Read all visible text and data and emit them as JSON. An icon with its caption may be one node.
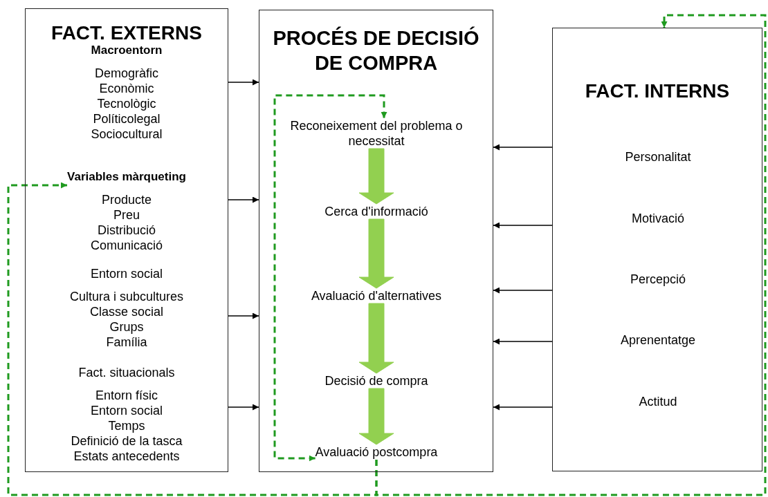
{
  "diagram": {
    "nodes": [
      {
        "text": [
          "FACT. EXTERNS"
        ]
      },
      {
        "text": [
          "Macroentorn",
          "Demogràfic",
          "Econòmic",
          "Tecnològic",
          "Políticolegal",
          "Sociocultural"
        ],
        "in": 0
      },
      {
        "text": [
          "Variables màrqueting",
          "Producte",
          "Preu",
          "Distribució",
          "Comunicació"
        ],
        "in": 0
      },
      {
        "text": [
          "Entorn social",
          "Cultura i subcultures",
          "Classe social",
          "Grups",
          "Família"
        ],
        "in": 0
      },
      {
        "text": [
          "Fact. situacionals",
          "Entorn físic",
          "Entorn social",
          "Temps",
          "Definició de la tasca",
          "Estats antecedents"
        ],
        "in": 0
      },
      {
        "text": [
          "PROCÉS DE DECISIÓ DE COMPRA"
        ]
      },
      {
        "text": [
          "Reconeixement del problema o necessitat"
        ],
        "in": 5
      },
      {
        "text": [
          "Cerca d'informació"
        ],
        "in": 5
      },
      {
        "text": [
          "Avaluació d'alternatives"
        ],
        "in": 5
      },
      {
        "text": [
          "Decisió de compra"
        ],
        "in": 5
      },
      {
        "text": [
          "Avaluació postcompra"
        ],
        "in": 5
      },
      {
        "text": [
          "FACT. INTERNS"
        ]
      },
      {
        "text": [
          "Personalitat"
        ],
        "in": 11
      },
      {
        "text": [
          "Motivació"
        ],
        "in": 11
      },
      {
        "text": [
          "Percepció"
        ],
        "in": 11
      },
      {
        "text": [
          "Aprenentatge"
        ],
        "in": 11
      },
      {
        "text": [
          "Actitud"
        ],
        "in": 11
      }
    ],
    "edges": [
      {
        "from": 0,
        "to": 5,
        "arrow": "to"
      },
      {
        "from": 0,
        "to": 5,
        "arrow": "to"
      },
      {
        "from": 0,
        "to": 5,
        "arrow": "to"
      },
      {
        "from": 0,
        "to": 5,
        "arrow": "to"
      },
      {
        "from": 11,
        "to": 5,
        "arrow": "to"
      },
      {
        "from": 11,
        "to": 5,
        "arrow": "to"
      },
      {
        "from": 11,
        "to": 5,
        "arrow": "to"
      },
      {
        "from": 11,
        "to": 5,
        "arrow": "to"
      },
      {
        "from": 11,
        "to": 5,
        "arrow": "to"
      },
      {
        "from": 6,
        "to": 7,
        "arrow": "to",
        "style": "thick",
        "color": "#92d050"
      },
      {
        "from": 7,
        "to": 8,
        "arrow": "to",
        "style": "thick",
        "color": "#92d050"
      },
      {
        "from": 8,
        "to": 9,
        "arrow": "to",
        "style": "thick",
        "color": "#92d050"
      },
      {
        "from": 9,
        "to": 10,
        "arrow": "to",
        "style": "thick",
        "color": "#92d050"
      },
      {
        "from": 10,
        "to": 6,
        "arrow": "both",
        "style": "dashed",
        "color": "#1f9a1f"
      },
      {
        "from": 10,
        "to": 2,
        "arrow": "to",
        "style": "dashed",
        "color": "#1f9a1f"
      },
      {
        "from": 10,
        "to": 11,
        "arrow": "to",
        "style": "dashed",
        "color": "#1f9a1f"
      }
    ]
  }
}
